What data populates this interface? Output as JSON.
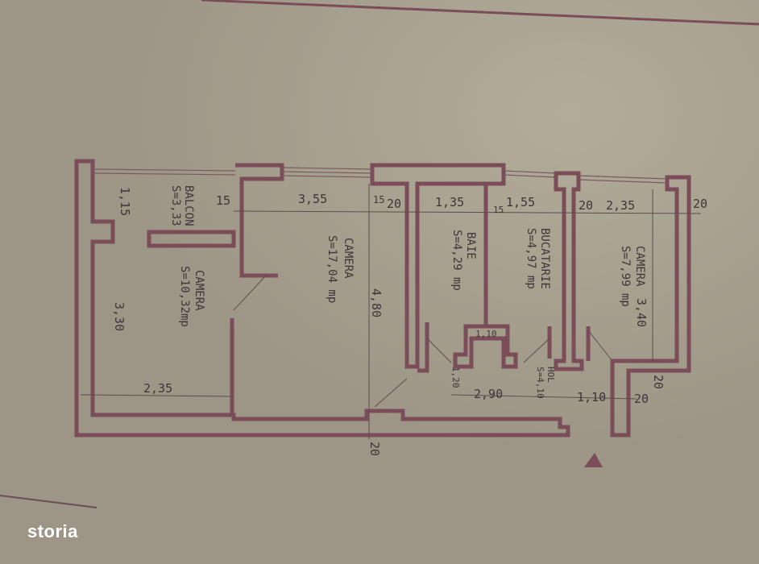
{
  "plan": {
    "rooms": [
      {
        "name": "BALCON",
        "area": "S=3,33"
      },
      {
        "name": "CAMERA",
        "area": "S=10,32mp"
      },
      {
        "name": "CAMERA",
        "area": "S=17,04 mp"
      },
      {
        "name": "BAIE",
        "area": "S=4,29 mp"
      },
      {
        "name": "BUCATARIE",
        "area": "S=4,97 mp"
      },
      {
        "name": "CAMERA",
        "area": "S=7,99 mp"
      },
      {
        "name": "HOL",
        "area": "S=4,10"
      }
    ],
    "dimensions": {
      "balcony_depth": "1,15",
      "left_height": "3,30",
      "left_width": "2,35",
      "wall_15_a": "15",
      "room2_width": "3,55",
      "wall_15_b": "15",
      "wall_20_a": "20",
      "height_480": "4,80",
      "baie_width": "1,35",
      "wall_15_c": "15",
      "kitchen_width": "1,55",
      "wall_20_b": "20",
      "room3_width": "2,35",
      "wall_20_c": "20",
      "room3_height": "3,40",
      "duct": "1,10",
      "hall_width": "2,90",
      "hall_door": "1,20",
      "hall_right": "1,10",
      "wall_20_d": "20",
      "wall_20_e": "20",
      "wall_20_f": "20"
    },
    "wall_color": "#7a4d58",
    "paper_color": "#a29b8b"
  },
  "watermark": {
    "logo_text": "storia"
  }
}
